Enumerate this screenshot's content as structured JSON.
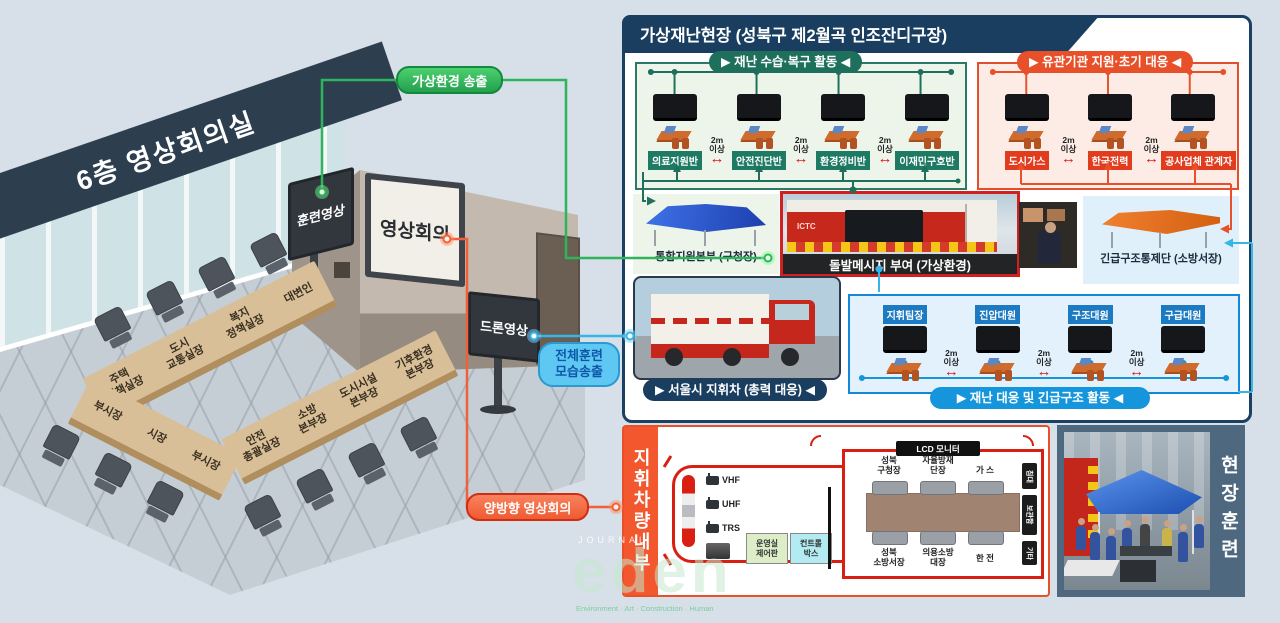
{
  "room": {
    "banner": "6층 영상회의실",
    "screens": {
      "train": "훈련영상",
      "main": "영상회의",
      "drone": "드론영상"
    },
    "desks": {
      "back_row": [
        "주택\n정책실장",
        "도시\n교통실장",
        "복지\n정책실장",
        "대변인"
      ],
      "left_arm": [
        "부시장",
        "시장",
        "부시장"
      ],
      "right_row": [
        "안전\n총괄실장",
        "소방\n본부장",
        "도시시설\n본부장",
        "기후환경\n본부장"
      ]
    }
  },
  "links": {
    "green": "가상환경 송출",
    "blue": "전체훈련\n모습송출",
    "orange": "양방향 영상회의"
  },
  "vr_panel": {
    "title": "가상재난현장 (성북구 제2월곡 인조잔디구장)",
    "gap": "2m\n이상",
    "recovery": {
      "badge": "▶ 재난 수습·복구 활동 ◀",
      "desks": [
        "의료지원반",
        "안전진단반",
        "환경정비반",
        "이재민구호반"
      ]
    },
    "agency": {
      "badge": "▶ 유관기관 지원·초기 대응 ◀",
      "desks": [
        "도시가스",
        "한국전력",
        "공사업체 관계자"
      ]
    },
    "tent_blue": "통합지원본부 (구청장)",
    "truck_caption": "돌발메시지 부여 (가상환경)",
    "truck_logo": "ICTC",
    "tent_orange": "긴급구조통제단 (소방서장)",
    "cmd_badge": "▶ 서울시 지휘차 (총력 대응) ◀",
    "response": {
      "badge": "▶ 재난 대응 및 긴급구조 활동 ◀",
      "desks": [
        "지휘팀장",
        "진압대원",
        "구조대원",
        "구급대원"
      ]
    }
  },
  "vehicle_panel": {
    "tab": "지휘차량내부",
    "lcd": "LCD 모니터",
    "radios": [
      "VHF",
      "UHF",
      "TRS"
    ],
    "ops": "운영실\n제어판",
    "control": "컨트롤\n박스",
    "seats_top": [
      "성북\n구청장",
      "자율방재\n단장",
      "가 스"
    ],
    "seats_bottom": [
      "성북\n소방서장",
      "의용소방\n대장",
      "한 전"
    ],
    "wall_items": [
      "침대",
      "보관함",
      "기타"
    ]
  },
  "field_panel": {
    "label": "현장훈련"
  },
  "watermark": {
    "journal": "JOURNAL",
    "name": "eden",
    "tagline": "Environment · Art · Construction · Human"
  },
  "icons": {
    "arrow_h": "↔"
  },
  "colors": {
    "navy": "#1a3e60",
    "green_badge": "#1e6f5c",
    "red_badge": "#e8502a",
    "blue_badge": "#1596dc",
    "line_green": "#2fb45c",
    "line_blue": "#35b5e8",
    "line_orange": "#f0603a",
    "vehicle_red": "#d81f12",
    "field_bg": "#4e6880"
  }
}
